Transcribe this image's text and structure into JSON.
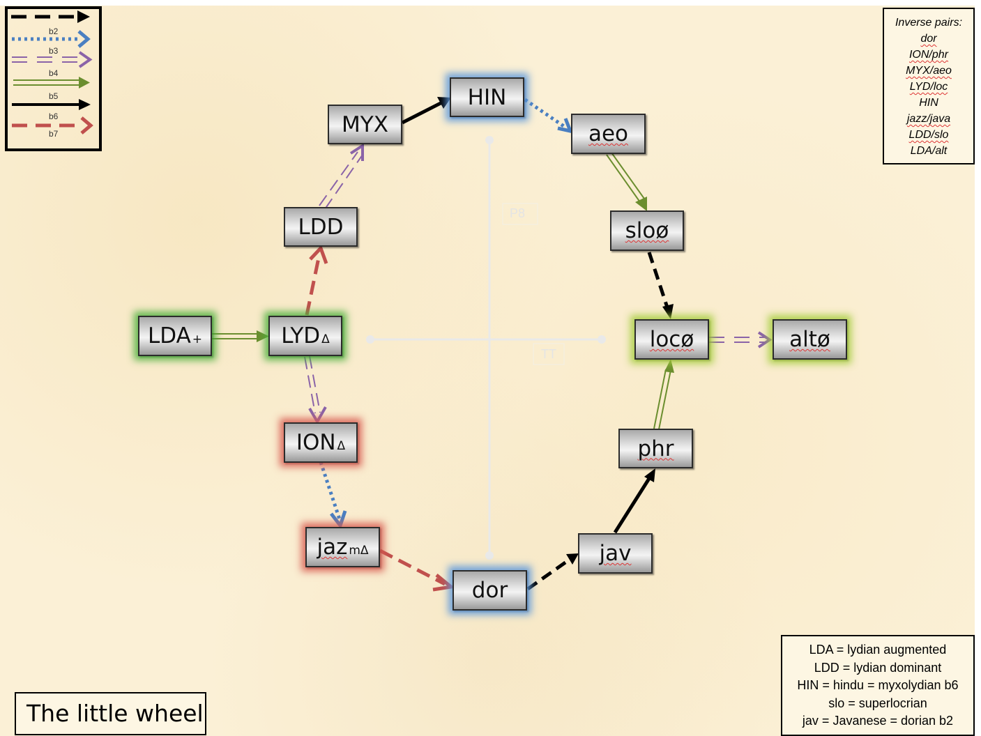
{
  "title": "The little wheel",
  "legend": {
    "items": [
      {
        "label": "",
        "style": "dashed",
        "color": "#000000"
      },
      {
        "label": "b2",
        "style": "dotted",
        "color": "#4a7fc1"
      },
      {
        "label": "b3",
        "style": "double-dashed",
        "color": "#8a63a8"
      },
      {
        "label": "b4",
        "style": "double",
        "color": "#6b8e2f"
      },
      {
        "label": "b5",
        "style": "solid",
        "color": "#000000"
      },
      {
        "label": "b6",
        "style": "dashed",
        "color": "#c0504d"
      },
      {
        "label": "b7",
        "style": "",
        "color": ""
      }
    ]
  },
  "axes": {
    "vertical_label": "P8",
    "horizontal_label": "TT"
  },
  "nodes": [
    {
      "id": "lda",
      "label": "LDA",
      "sub": "+",
      "glow": "green",
      "squiggle": false
    },
    {
      "id": "lyd",
      "label": "LYD",
      "sub": "Δ",
      "glow": "green",
      "squiggle": false
    },
    {
      "id": "ldd",
      "label": "LDD",
      "sub": "",
      "glow": "",
      "squiggle": false
    },
    {
      "id": "myx",
      "label": "MYX",
      "sub": "",
      "glow": "",
      "squiggle": false
    },
    {
      "id": "hin",
      "label": "HIN",
      "sub": "",
      "glow": "blue",
      "squiggle": false
    },
    {
      "id": "aeo",
      "label": "aeo",
      "sub": "",
      "glow": "",
      "squiggle": true
    },
    {
      "id": "slo",
      "label": "sloø",
      "sub": "",
      "glow": "",
      "squiggle": true
    },
    {
      "id": "loc",
      "label": "locø",
      "sub": "",
      "glow": "lime",
      "squiggle": true
    },
    {
      "id": "alt",
      "label": "altø",
      "sub": "",
      "glow": "lime",
      "squiggle": true
    },
    {
      "id": "phr",
      "label": "phr",
      "sub": "",
      "glow": "",
      "squiggle": true
    },
    {
      "id": "jav",
      "label": "jav",
      "sub": "",
      "glow": "",
      "squiggle": true
    },
    {
      "id": "dor",
      "label": "dor",
      "sub": "",
      "glow": "blue",
      "squiggle": false
    },
    {
      "id": "jaz",
      "label": "jaz",
      "sub": "mΔ",
      "glow": "red",
      "squiggle": true
    },
    {
      "id": "ion",
      "label": "ION",
      "sub": "Δ",
      "glow": "red",
      "squiggle": false
    }
  ],
  "edges": [
    {
      "from": "lda",
      "to": "lyd",
      "interval": "b4"
    },
    {
      "from": "lyd",
      "to": "ldd",
      "interval": "b7"
    },
    {
      "from": "ldd",
      "to": "myx",
      "interval": "b3"
    },
    {
      "from": "myx",
      "to": "hin",
      "interval": "b6"
    },
    {
      "from": "hin",
      "to": "aeo",
      "interval": "b2"
    },
    {
      "from": "aeo",
      "to": "slo",
      "interval": "b4"
    },
    {
      "from": "slo",
      "to": "loc",
      "interval": "dashed"
    },
    {
      "from": "loc",
      "to": "alt",
      "interval": "b3"
    },
    {
      "from": "phr",
      "to": "loc",
      "interval": "b4"
    },
    {
      "from": "jav",
      "to": "phr",
      "interval": "b6"
    },
    {
      "from": "dor",
      "to": "jav",
      "interval": "dashed"
    },
    {
      "from": "jaz",
      "to": "dor",
      "interval": "b7"
    },
    {
      "from": "ion",
      "to": "jaz",
      "interval": "b2"
    },
    {
      "from": "lyd",
      "to": "ion",
      "interval": "b3"
    }
  ],
  "inverse_pairs": {
    "heading": "Inverse pairs:",
    "items": [
      {
        "text": "dor",
        "squiggle": true
      },
      {
        "text": "ION/phr",
        "squiggle": true
      },
      {
        "text": "MYX/aeo",
        "squiggle": true
      },
      {
        "text": "LYD/loc",
        "squiggle": true
      },
      {
        "text": "HIN",
        "squiggle": false
      },
      {
        "text": "jazz/java",
        "squiggle": true
      },
      {
        "text": "LDD/slo",
        "squiggle": true
      },
      {
        "text": "LDA/alt",
        "squiggle": false
      }
    ]
  },
  "abbreviations": [
    {
      "text": "LDA = lydian augmented"
    },
    {
      "text": "LDD = lydian dominant"
    },
    {
      "text": "HIN = hindu = myxolydian b6"
    },
    {
      "text": "slo = superlocrian"
    },
    {
      "text": "jav = Javanese = dorian b2"
    }
  ]
}
